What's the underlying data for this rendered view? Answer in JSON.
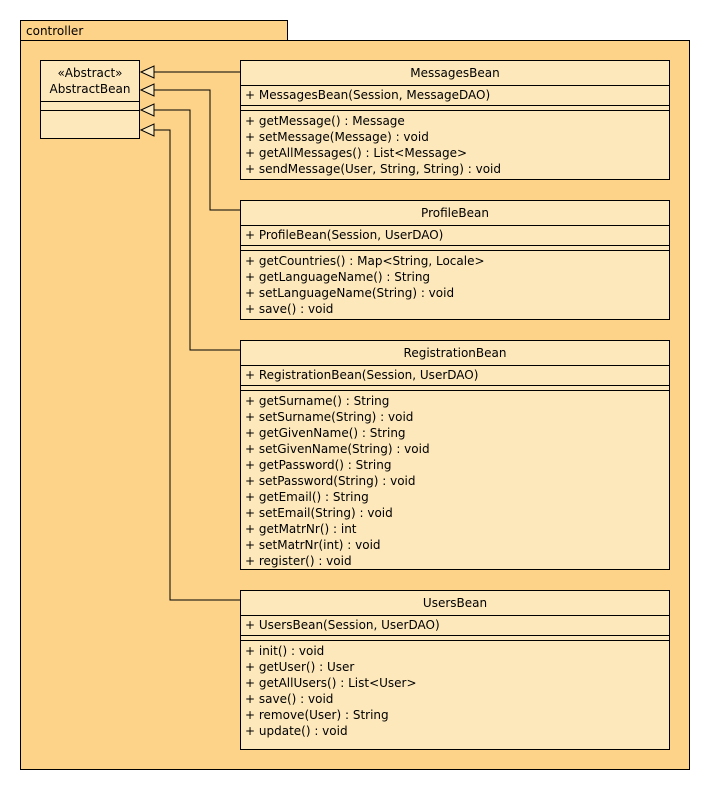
{
  "package": {
    "name": "controller"
  },
  "abstract_class": {
    "stereotype": "«Abstract»",
    "name": "AbstractBean"
  },
  "classes": [
    {
      "name": "MessagesBean",
      "constructor": "+ MessagesBean(Session, MessageDAO)",
      "operations": [
        "+ getMessage() : Message",
        "+ setMessage(Message) : void",
        "+ getAllMessages() : List<Message>",
        "+ sendMessage(User, String, String) : void"
      ]
    },
    {
      "name": "ProfileBean",
      "constructor": "+ ProfileBean(Session, UserDAO)",
      "operations": [
        "+ getCountries() : Map<String, Locale>",
        "+ getLanguageName() : String",
        "+ setLanguageName(String) : void",
        "+ save() : void"
      ]
    },
    {
      "name": "RegistrationBean",
      "constructor": "+ RegistrationBean(Session, UserDAO)",
      "operations": [
        "+ getSurname() : String",
        "+ setSurname(String) : void",
        "+ getGivenName() : String",
        "+ setGivenName(String) : void",
        "+ getPassword() : String",
        "+ setPassword(String) : void",
        "+ getEmail() : String",
        "+ setEmail(String) : void",
        "+ getMatrNr() : int",
        "+ setMatrNr(int) : void",
        "+ register() : void"
      ]
    },
    {
      "name": "UsersBean",
      "constructor": "+ UsersBean(Session, UserDAO)",
      "operations": [
        "+ init() : void",
        "+ getUser() : User",
        "+ getAllUsers() : List<User>",
        "+ save() : void",
        "+ remove(User) : String",
        "+ update() : void"
      ]
    }
  ]
}
